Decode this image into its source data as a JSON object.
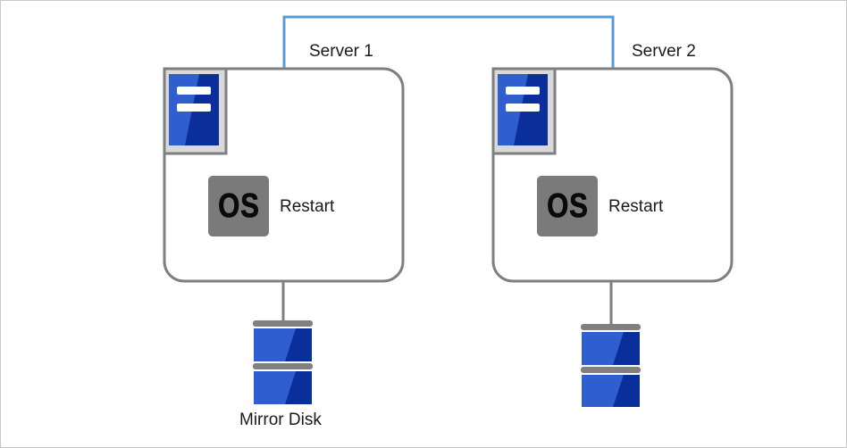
{
  "colors": {
    "network_line": "#5b9bd5",
    "server_border": "#7f7f7f",
    "connector": "#7f7f7f",
    "icon_blue": "#2f5fcf",
    "icon_blue_dark": "#0b2f9a",
    "os_badge_bg": "#7a7a7a",
    "disk_cap": "#808080"
  },
  "servers": [
    {
      "name": "Server 1",
      "os_badge": "OS",
      "status": "Restart",
      "icon": "server-icon"
    },
    {
      "name": "Server 2",
      "os_badge": "OS",
      "status": "Restart",
      "icon": "server-icon"
    }
  ],
  "disks": [
    {
      "label": "Mirror Disk",
      "icon": "disk-icon"
    },
    {
      "label": "",
      "icon": "disk-icon"
    }
  ]
}
